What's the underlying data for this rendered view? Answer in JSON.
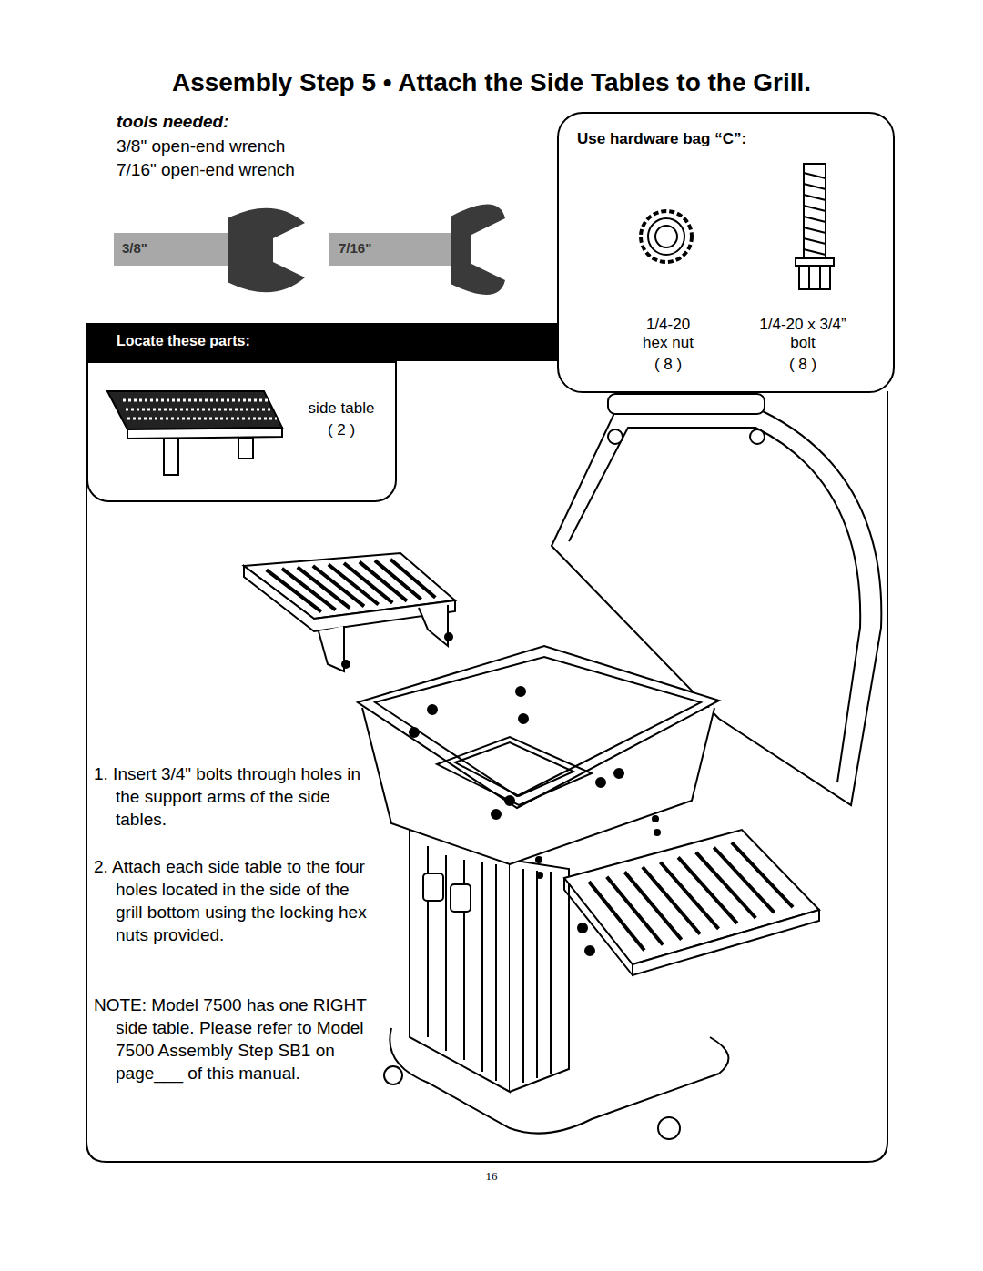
{
  "diagram": {
    "title": "Assembly Step 5 • Attach the Side Tables to the Grill.",
    "nodes": [
      {
        "text": [
          "Use hardware bag “C”:",
          "1/4-20 hex nut",
          "( 8 )",
          "1/4-20 x 3/4” bolt",
          "( 8 )"
        ]
      },
      {
        "text": [
          "Locate these parts:"
        ]
      },
      {
        "text": [
          "side table",
          "( 2 )"
        ]
      }
    ],
    "labels": [
      "tools needed:",
      "3/8\" open-end wrench",
      "7/16\" open-end wrench",
      "3/8\"",
      "7/16\"",
      "1. Insert 3/4\" bolts through holes in the support arms of the side tables.",
      "2. Attach each side table to the four holes located in the side of the grill bottom using the locking hex nuts provided.",
      "NOTE: Model 7500 has one RIGHT side table. Please refer to Model 7500 Assembly Step SB1 on page___ of this manual.",
      "16"
    ]
  }
}
